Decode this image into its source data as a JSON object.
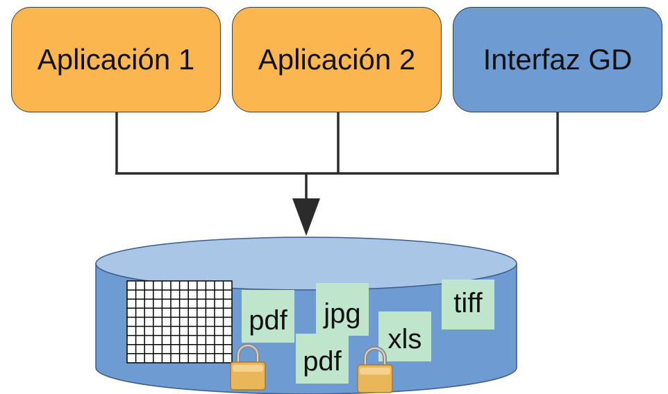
{
  "boxes": {
    "app1": "Aplicación 1",
    "app2": "Aplicación 2",
    "interface": "Interfaz GD"
  },
  "documents": {
    "pdf1": "pdf",
    "jpg": "jpg",
    "pdf2": "pdf",
    "xls": "xls",
    "tiff": "tiff"
  },
  "icons": [
    "lock-icon",
    "grid-table-icon",
    "arrow-down-icon",
    "database-cylinder-icon"
  ],
  "colors": {
    "app_box": "#fbb64f",
    "interface_box": "#6e9bd1",
    "cylinder_body": "#6e9bd1",
    "cylinder_top": "#a9c6e6",
    "document": "#bfe5cc",
    "lock_body": "#e9b65a",
    "lock_shackle": "#9a9a9a"
  }
}
